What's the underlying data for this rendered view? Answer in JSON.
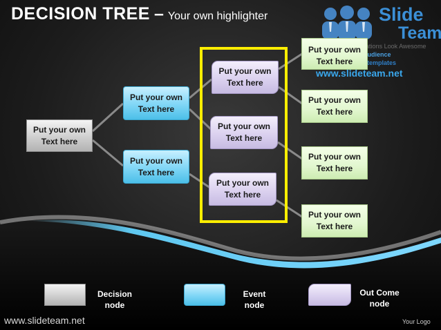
{
  "header": {
    "title": "DECISION TREE",
    "dash": "–",
    "subtitle": "Your own highlighter"
  },
  "branding": {
    "logo_word1": "Slide",
    "logo_word2": "Team",
    "tagline1": "Making Your Presentations Look Awesome",
    "tagline2": "Amaze your audience",
    "tagline3": "Business unlimited templates",
    "url": "www.slideteam.net"
  },
  "tree": {
    "root": "Put your own Text here",
    "events": [
      "Put your own Text here",
      "Put your own Text here"
    ],
    "outcomes": [
      "Put your own Text here",
      "Put your own Text here",
      "Put your own Text here"
    ],
    "results": [
      "Put your own Text here",
      "Put your own Text here",
      "Put your own Text here",
      "Put your own Text here"
    ]
  },
  "legend": {
    "decision": "Decision\nnode",
    "event": "Event\nnode",
    "outcome": "Out Come\nnode"
  },
  "footer": {
    "website": "www.slideteam.net",
    "logo_text": "Your Logo"
  },
  "colors": {
    "highlight": "#ffee00",
    "decision_node": "#cfcfcf",
    "event_node": "#7fd6f6",
    "outcome_node": "#d9cfee",
    "result_node": "#e2f7cf",
    "wave_blue": "#5fc8f0"
  }
}
